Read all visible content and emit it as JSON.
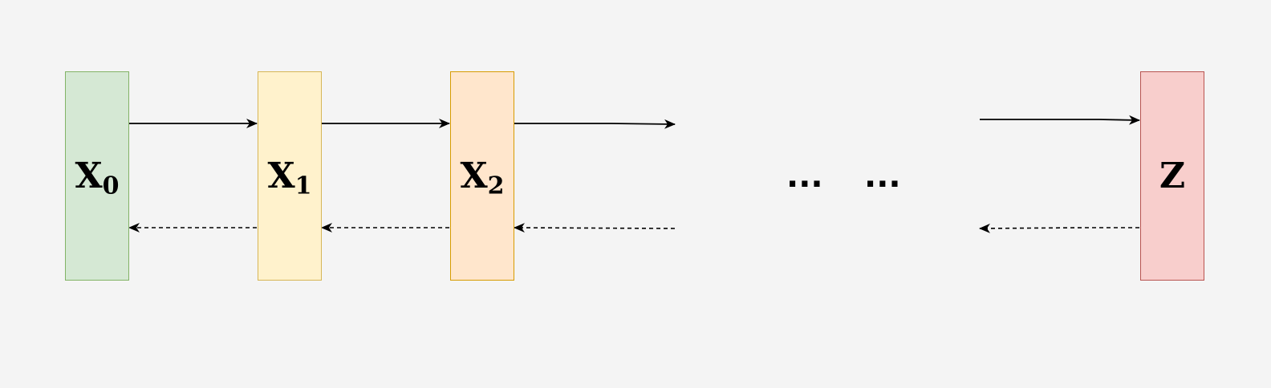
{
  "nodes": [
    {
      "id": "x0",
      "base": "X",
      "sub": "0",
      "fill": "#d5e8d4",
      "stroke": "#82b366"
    },
    {
      "id": "x1",
      "base": "X",
      "sub": "1",
      "fill": "#fff2cc",
      "stroke": "#d6b656"
    },
    {
      "id": "x2",
      "base": "X",
      "sub": "2",
      "fill": "#ffe6cc",
      "stroke": "#d79b00"
    },
    {
      "id": "z",
      "base": "Z",
      "sub": "",
      "fill": "#f8cecc",
      "stroke": "#b85450"
    }
  ],
  "ellipsis": [
    "...",
    "..."
  ],
  "edges": {
    "forward_style": "solid",
    "backward_style": "dashed",
    "color": "#000000"
  }
}
